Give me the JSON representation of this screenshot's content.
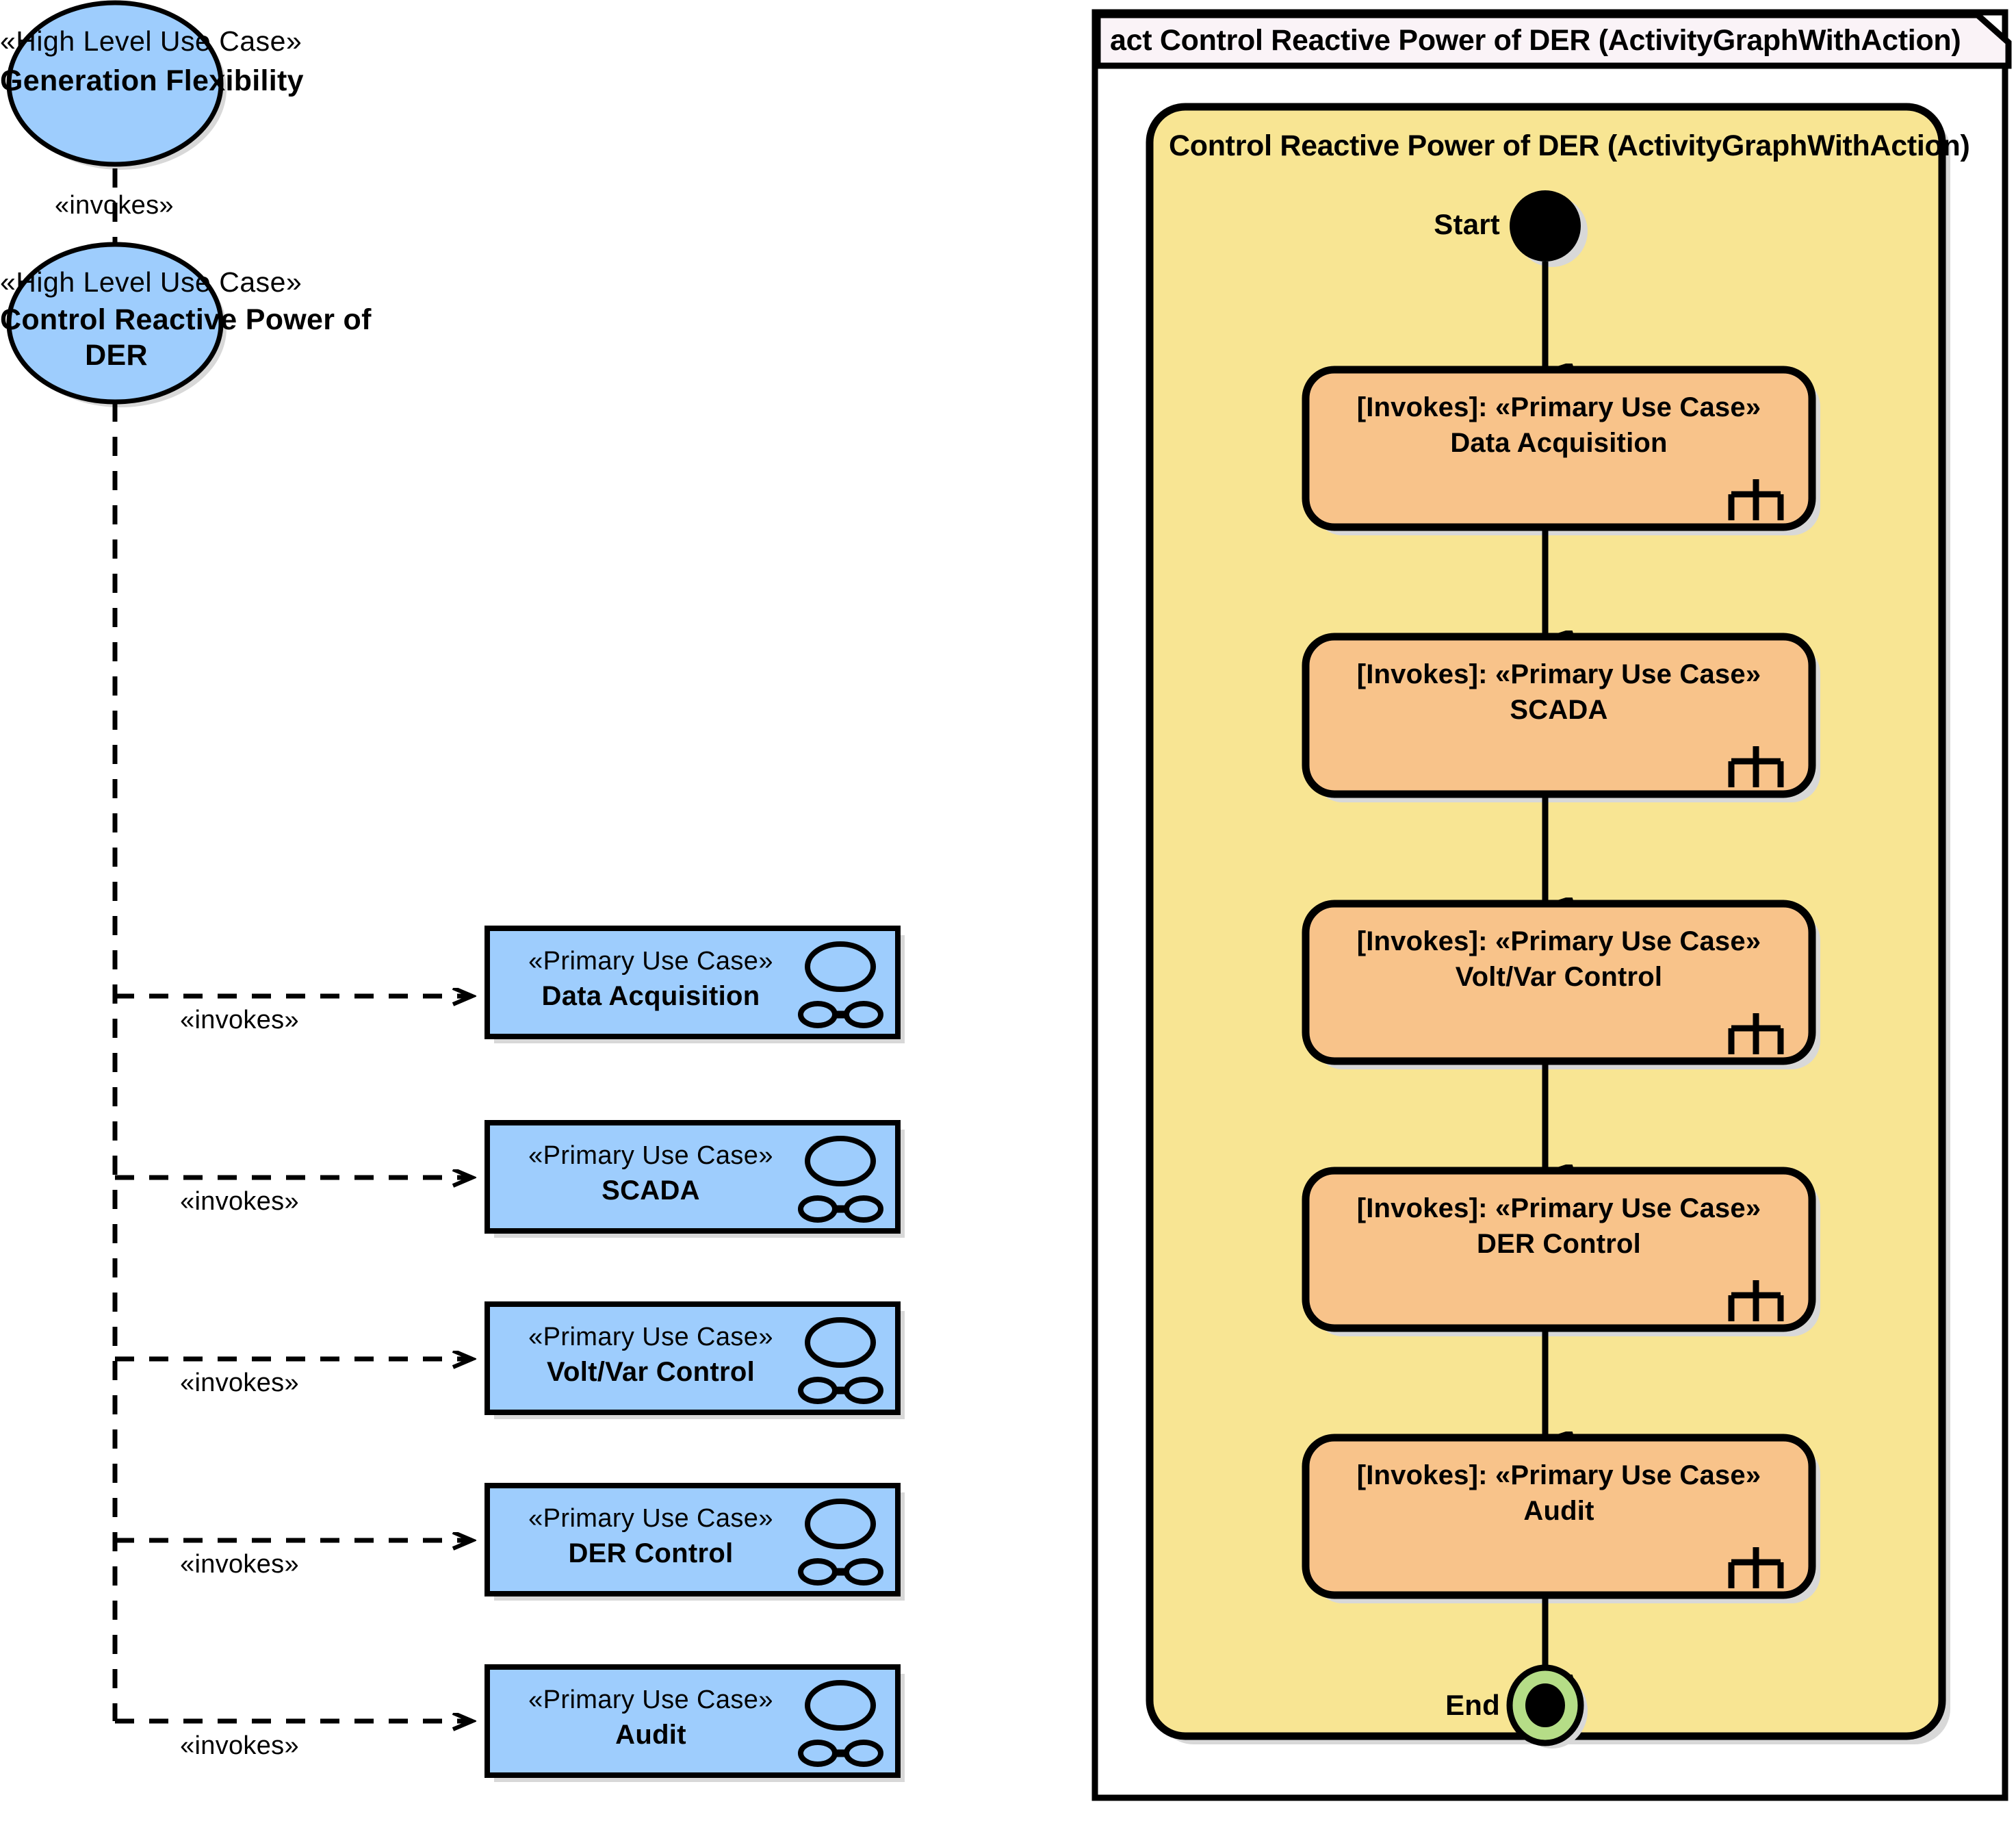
{
  "diagram": {
    "type": "uml",
    "left_panel": {
      "name": "use-case-diagram",
      "high_level_use_cases": [
        {
          "stereotype": "«High Level Use Case»",
          "name": "Generation Flexibility",
          "shape": "ellipse",
          "fill": "#9ECDFD"
        },
        {
          "stereotype": "«High Level Use Case»",
          "name_line1": "Control Reactive Power of",
          "name_line2": "DER",
          "shape": "ellipse",
          "fill": "#9ECDFD"
        }
      ],
      "vertical_invokes_label": "«invokes»",
      "primary_use_cases": [
        {
          "stereotype": "«Primary Use Case»",
          "name": "Data Acquisition",
          "link_label": "«invokes»",
          "fill": "#9ECDFD"
        },
        {
          "stereotype": "«Primary Use Case»",
          "name": "SCADA",
          "link_label": "«invokes»",
          "fill": "#9ECDFD"
        },
        {
          "stereotype": "«Primary Use Case»",
          "name": "Volt/Var Control",
          "link_label": "«invokes»",
          "fill": "#9ECDFD"
        },
        {
          "stereotype": "«Primary Use Case»",
          "name": "DER Control",
          "link_label": "«invokes»",
          "fill": "#9ECDFD"
        },
        {
          "stereotype": "«Primary Use Case»",
          "name": "Audit",
          "link_label": "«invokes»",
          "fill": "#9ECDFD"
        }
      ],
      "icons": {
        "use_case_ellipse": "use-case-ellipse-icon",
        "collaboration": "collaboration-icon"
      }
    },
    "right_panel": {
      "name": "activity-diagram",
      "frame_header": "act Control Reactive Power of DER (ActivityGraphWithAction)",
      "activity_title": "Control Reactive Power of DER (ActivityGraphWithAction)",
      "activity_fill": "#F8E593",
      "node_fill": "#F8C38A",
      "start_label": "Start",
      "end_label": "End",
      "end_ring_color": "#B5DD87",
      "nodes": [
        {
          "stereotype": "[Invokes]: «Primary Use Case»",
          "name": "Data Acquisition",
          "icon": "rake-icon"
        },
        {
          "stereotype": "[Invokes]: «Primary Use Case»",
          "name": "SCADA",
          "icon": "rake-icon"
        },
        {
          "stereotype": "[Invokes]: «Primary Use Case»",
          "name": "Volt/Var Control",
          "icon": "rake-icon"
        },
        {
          "stereotype": "[Invokes]: «Primary Use Case»",
          "name": "DER Control",
          "icon": "rake-icon"
        },
        {
          "stereotype": "[Invokes]: «Primary Use Case»",
          "name": "Audit",
          "icon": "rake-icon"
        }
      ]
    }
  },
  "colors": {
    "blue_fill": "#9ECDFD",
    "yellow_fill": "#F8E593",
    "orange_fill": "#F8C38A",
    "green_ring": "#B5DD87",
    "header_band": "#FAF3F7",
    "shadow": "#D8D8D8",
    "stroke": "#000000"
  }
}
